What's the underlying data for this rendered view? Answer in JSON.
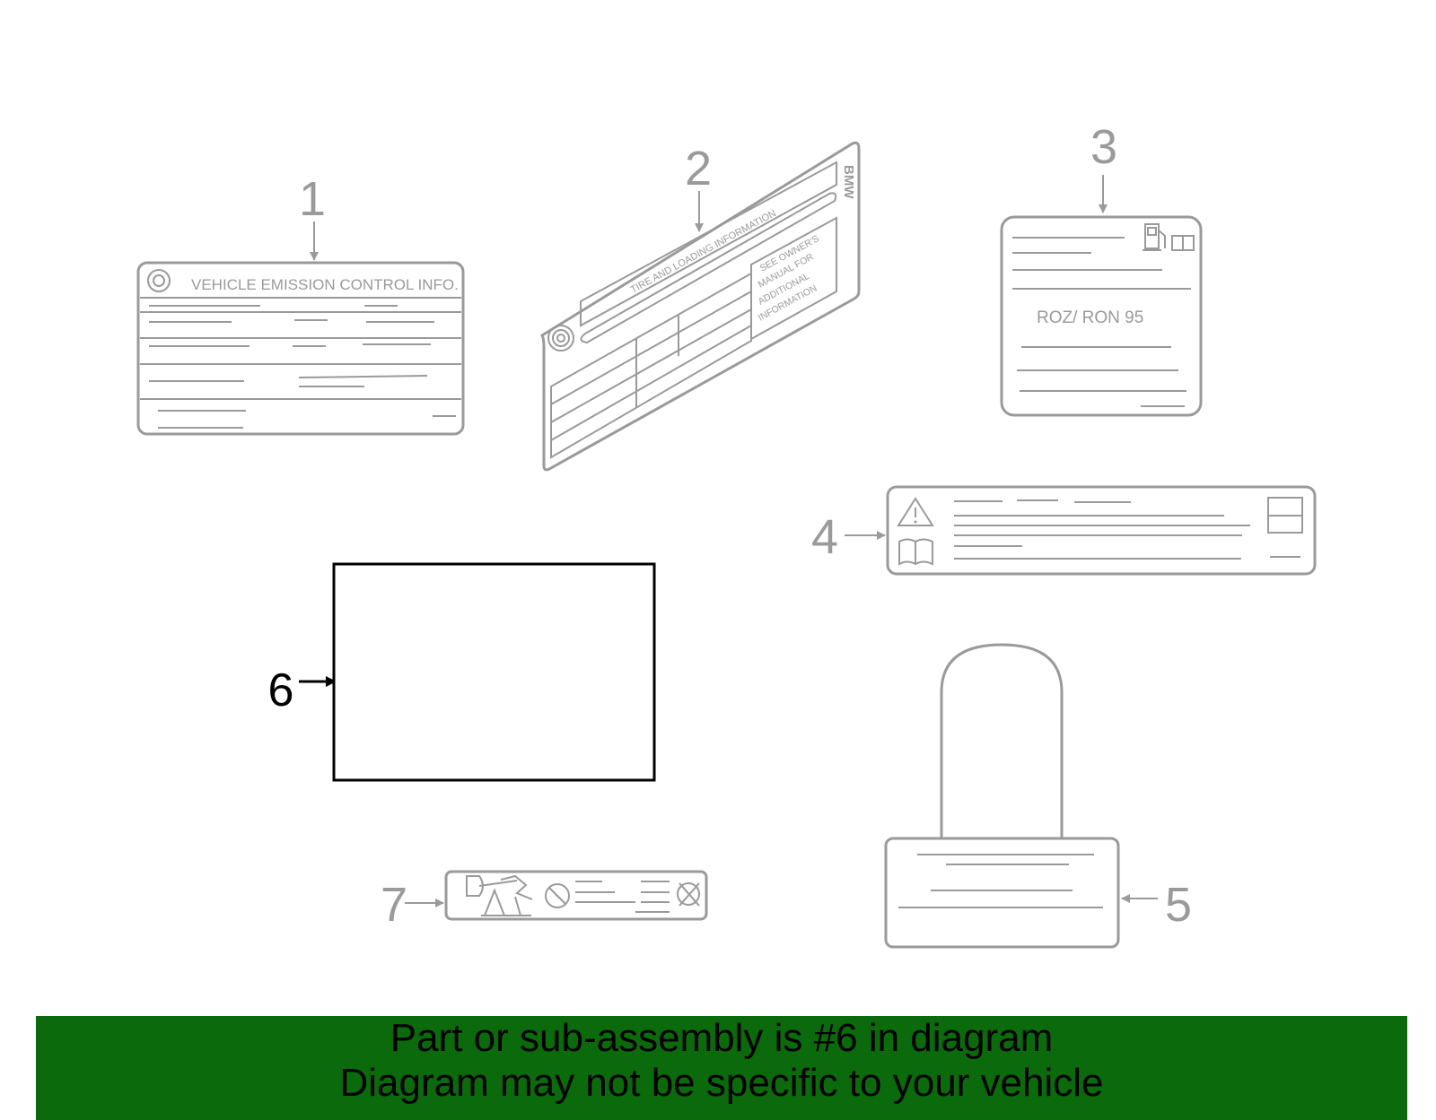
{
  "callouts": {
    "n1": "1",
    "n2": "2",
    "n3": "3",
    "n4": "4",
    "n5": "5",
    "n6": "6",
    "n7": "7"
  },
  "label1": {
    "title": "VEHICLE EMISSION CONTROL INFO."
  },
  "label2": {
    "header": "TIRE AND LOADING INFORMATION",
    "brand": "BMW",
    "note": [
      "SEE OWNER'S",
      "MANUAL FOR",
      "ADDITIONAL",
      "INFORMATION"
    ]
  },
  "label3": {
    "fuel": "ROZ/ RON 95"
  },
  "banner": {
    "line1": "Part or sub-assembly is #6 in diagram",
    "line2": "Diagram may not be specific to your vehicle"
  },
  "colors": {
    "highlight": "#000000",
    "parts": "#9a9a9a",
    "banner": "#0b6a0b"
  }
}
